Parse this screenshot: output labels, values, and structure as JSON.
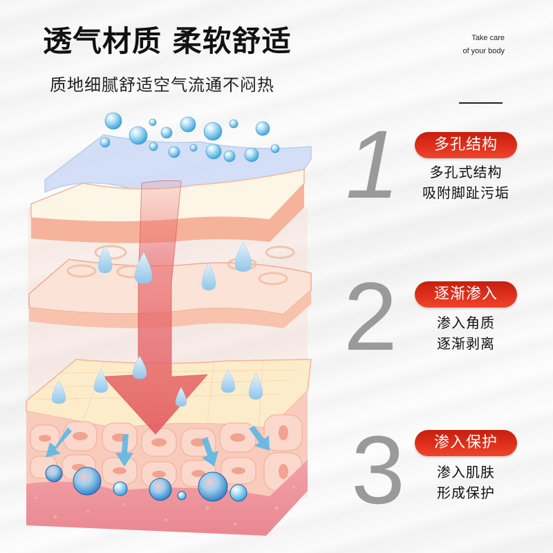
{
  "header": {
    "title": "透气材质 柔软舒适",
    "subtitle": "质地细腻舒适空气流通不闷热",
    "tagline_line1": "Take care",
    "tagline_line2": "of your body"
  },
  "illustration": {
    "description": "skin-layer cross-section diagram with water droplets, bubbles and a red downward arrow",
    "colors": {
      "top_layer": "#c9d9f6",
      "skin_layer": "#f5b5a0",
      "cream_layer": "#fdf5e0",
      "cell_layer": "#f8c7b8",
      "dermis": "#ec8d97",
      "arrow": "#e8676a",
      "bubble": "#7cc9ec",
      "small_arrows": "#5bb8e6"
    }
  },
  "steps": [
    {
      "number": "1",
      "label": "多孔结构",
      "desc_line1": "多孔式结构",
      "desc_line2": "吸附脚趾污垢"
    },
    {
      "number": "2",
      "label": "逐渐渗入",
      "desc_line1": "渗入角质",
      "desc_line2": "逐渐剥离"
    },
    {
      "number": "3",
      "label": "渗入保护",
      "desc_line1": "渗入肌肤",
      "desc_line2": "形成保护"
    }
  ],
  "colors": {
    "pill_red": "#d92a17",
    "number_gray": "#9a9a9a",
    "text_dark": "#111111"
  }
}
